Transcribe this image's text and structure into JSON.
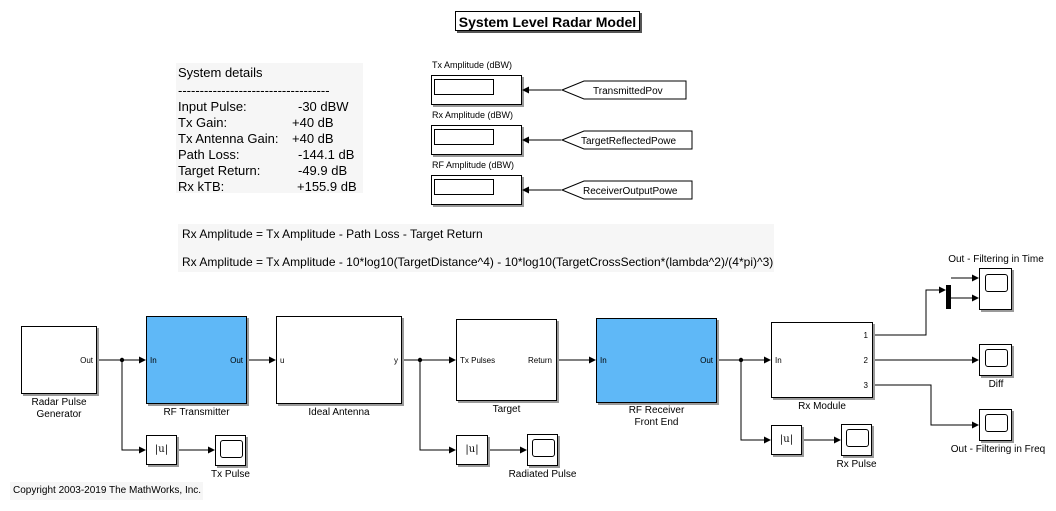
{
  "title": "System Level Radar Model",
  "details": {
    "heading": "System details",
    "separator": "-----------------------------------",
    "rows": [
      {
        "label": "Input Pulse:",
        "value": "-30 dBW"
      },
      {
        "label": "Tx Gain:",
        "value": "+40 dB"
      },
      {
        "label": "Tx Antenna Gain:",
        "value": "+40 dB"
      },
      {
        "label": "Path Loss:",
        "value": "-144.1 dB"
      },
      {
        "label": "Target Return:",
        "value": "-49.9 dB"
      },
      {
        "label": "Rx kTB:",
        "value": "+155.9 dB"
      }
    ]
  },
  "displays": [
    {
      "title": "Tx Amplitude (dBW)",
      "goto": "TransmittedPov"
    },
    {
      "title": "Rx Amplitude (dBW)",
      "goto": "TargetReflectedPowe"
    },
    {
      "title": "RF Amplitude (dBW)",
      "goto": "ReceiverOutputPowe"
    }
  ],
  "equations": [
    "Rx Amplitude = Tx Amplitude - Path Loss - Target Return",
    "Rx Amplitude = Tx Amplitude - 10*log10(TargetDistance^4) - 10*log10(TargetCrossSection*(lambda^2)/(4*pi)^3)"
  ],
  "blocks": {
    "pulse_gen": {
      "name_line1": "Radar Pulse",
      "name_line2": "Generator",
      "out": "Out"
    },
    "rf_tx": {
      "name": "RF Transmitter",
      "in": "In",
      "out": "Out"
    },
    "antenna": {
      "name": "Ideal Antenna",
      "in": "u",
      "out": "y"
    },
    "target": {
      "name": "Target",
      "in": "Tx Pulses",
      "out": "Return"
    },
    "rf_rx": {
      "name_line1": "RF Receiver",
      "name_line2": "Front End",
      "in": "In",
      "out": "Out"
    },
    "rx_module": {
      "name": "Rx Module",
      "in": "In",
      "out1": "1",
      "out2": "2",
      "out3": "3"
    }
  },
  "abs_symbol": "|u|",
  "scopes": {
    "tx_pulse": "Tx Pulse",
    "radiated_pulse": "Radiated Pulse",
    "rx_pulse": "Rx Pulse",
    "out_time": "Out - Filtering in Time",
    "diff": "Diff",
    "out_freq": "Out - Filtering in Freq"
  },
  "colors": {
    "rf_block": "#5fb8f7"
  },
  "copyright": "Copyright 2003-2019 The MathWorks, Inc."
}
